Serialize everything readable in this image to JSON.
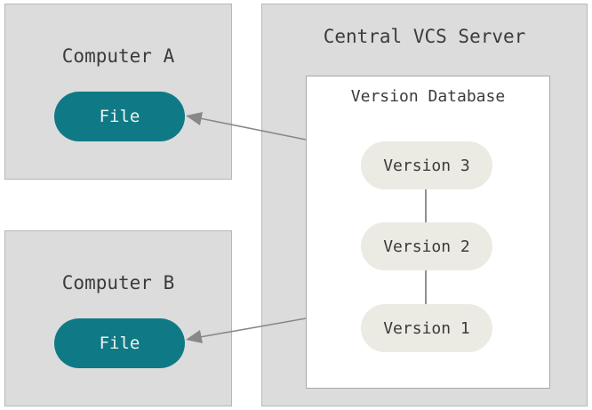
{
  "computer_a": {
    "title": "Computer A",
    "file_label": "File"
  },
  "computer_b": {
    "title": "Computer B",
    "file_label": "File"
  },
  "server": {
    "title": "Central VCS Server",
    "database": {
      "title": "Version Database",
      "versions": [
        "Version 3",
        "Version 2",
        "Version 1"
      ]
    }
  },
  "colors": {
    "box_fill": "#dcdcdc",
    "file_fill": "#0f7a85",
    "version_fill": "#ebebe3",
    "arrow": "#888888"
  }
}
